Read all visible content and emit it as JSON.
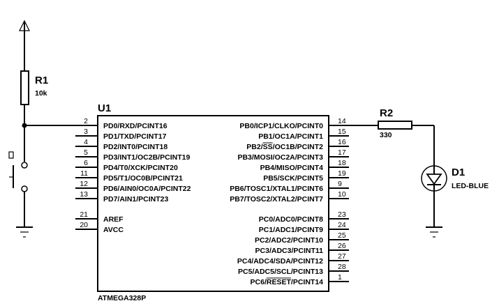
{
  "components": {
    "r1": {
      "ref": "R1",
      "value": "10k"
    },
    "r2": {
      "ref": "R2",
      "value": "330"
    },
    "d1": {
      "ref": "D1",
      "value": "LED-BLUE"
    },
    "u1": {
      "ref": "U1",
      "part": "ATMEGA328P"
    }
  },
  "u1_left_pins": [
    {
      "num": "2",
      "name": "PD0/RXD/PCINT16"
    },
    {
      "num": "3",
      "name": "PD1/TXD/PCINT17"
    },
    {
      "num": "4",
      "name": "PD2/INT0/PCINT18"
    },
    {
      "num": "5",
      "name": "PD3/INT1/OC2B/PCINT19"
    },
    {
      "num": "6",
      "name": "PD4/T0/XCK/PCINT20"
    },
    {
      "num": "11",
      "name": "PD5/T1/OC0B/PCINT21"
    },
    {
      "num": "12",
      "name": "PD6/AIN0/OC0A/PCINT22"
    },
    {
      "num": "13",
      "name": "PD7/AIN1/PCINT23"
    },
    {
      "num": "21",
      "name": "AREF"
    },
    {
      "num": "20",
      "name": "AVCC"
    }
  ],
  "u1_right_pins": [
    {
      "num": "14",
      "name": "PB0/ICP1/CLKO/PCINT0"
    },
    {
      "num": "15",
      "name": "PB1/OC1A/PCINT1"
    },
    {
      "num": "16",
      "name": "PB2/SS/OC1B/PCINT2"
    },
    {
      "num": "17",
      "name": "PB3/MOSI/OC2A/PCINT3"
    },
    {
      "num": "18",
      "name": "PB4/MISO/PCINT4"
    },
    {
      "num": "19",
      "name": "PB5/SCK/PCINT5"
    },
    {
      "num": "9",
      "name": "PB6/TOSC1/XTAL1/PCINT6"
    },
    {
      "num": "10",
      "name": "PB7/TOSC2/XTAL2/PCINT7"
    },
    {
      "num": "23",
      "name": "PC0/ADC0/PCINT8"
    },
    {
      "num": "24",
      "name": "PC1/ADC1/PCINT9"
    },
    {
      "num": "25",
      "name": "PC2/ADC2/PCINT10"
    },
    {
      "num": "26",
      "name": "PC3/ADC3/PCINT11"
    },
    {
      "num": "27",
      "name": "PC4/ADC4/SDA/PCINT12"
    },
    {
      "num": "28",
      "name": "PC5/ADC5/SCL/PCINT13"
    },
    {
      "num": "1",
      "name": "PC6/RESET/PCINT14"
    }
  ]
}
